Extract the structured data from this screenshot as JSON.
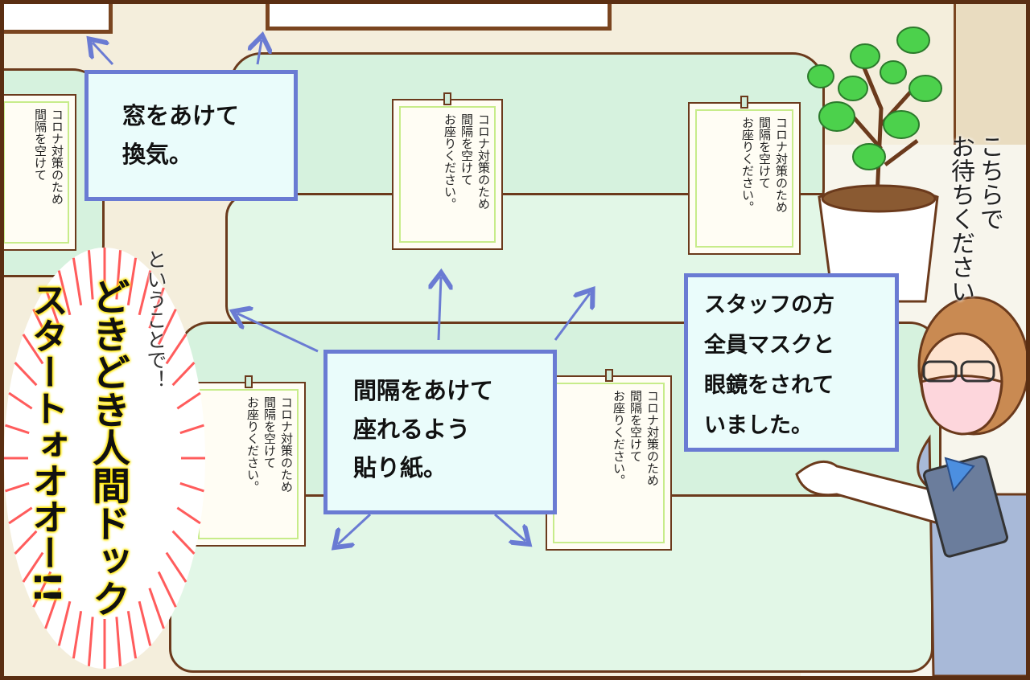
{
  "captions": {
    "window": "窓をあけて\n換気。",
    "spacing": "間隔をあけて\n座れるよう\n貼り紙。",
    "staff": "スタッフの方\n全員マスクと\n眼鏡をされて\nいました。"
  },
  "sign_text": "コロナ対策のため\n間隔を空けて\nお座りください。",
  "sign_partial_text": "コロナ対策のため\n間隔を空けて",
  "speech": {
    "receptionist": "こちらで\nお待ちください",
    "narration": "ということで！"
  },
  "shout": {
    "line1": "どきどき人間ドック",
    "line2": "スタートォオオー!!"
  },
  "colors": {
    "sofa": "#d6f2de",
    "box_border": "#6a7bd3",
    "outline": "#5a2e12",
    "burst": "#ff5c5c",
    "shout_glow": "#ffe600"
  }
}
